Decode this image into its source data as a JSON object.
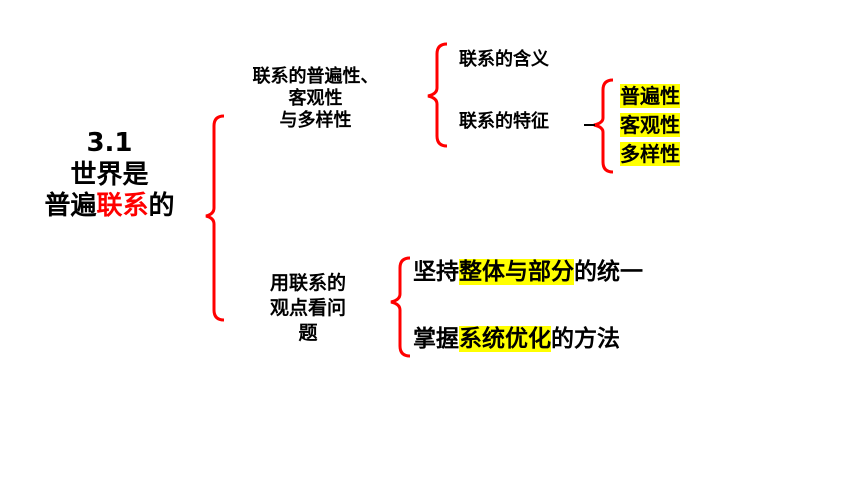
{
  "colors": {
    "bracket": "#ff0000",
    "highlight": "#ffff00",
    "emphasis": "#ff0000"
  },
  "root": {
    "line1": "3.1",
    "line2": "世界是",
    "line3_pre": "普遍",
    "line3_red": "联系",
    "line3_post": "的"
  },
  "branch1": {
    "line1": "联系的普遍性、",
    "line2": "客观性",
    "line3": "与多样性",
    "children": {
      "meaning": "联系的含义",
      "features": "联系的特征",
      "feature_items": [
        "普遍性",
        "客观性",
        "多样性"
      ]
    }
  },
  "branch2": {
    "line1": "用联系的",
    "line2": "观点看问",
    "line3": "题",
    "item1": {
      "pre": "坚持",
      "hl": "整体与部分",
      "post": "的统一"
    },
    "item2": {
      "pre": "掌握",
      "hl": "系统优化",
      "post": "的方法"
    }
  }
}
